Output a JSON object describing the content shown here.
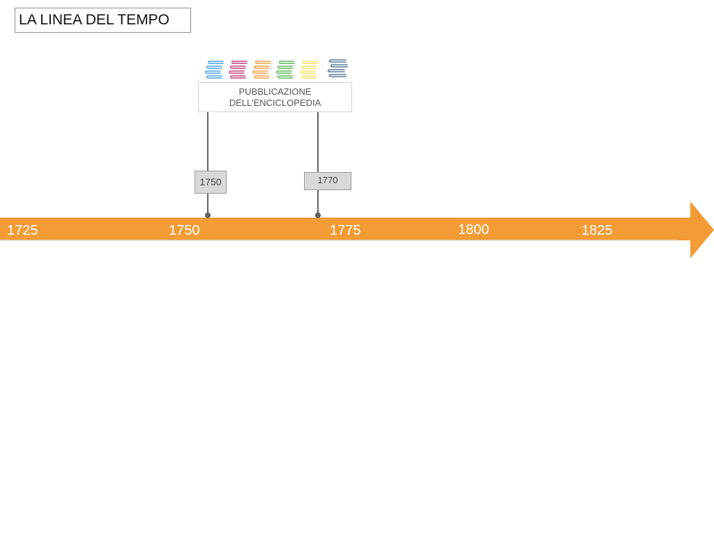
{
  "title": "LA LINEA DEL TEMPO",
  "event": {
    "line1": "PUBBLICAZIONE",
    "line2": "DELL’ENCICLOPEDIA",
    "start_year": "1750",
    "end_year": "1770"
  },
  "timeline": {
    "ticks": [
      "1725",
      "1750",
      "1775",
      "1800",
      "1825"
    ]
  },
  "colors": {
    "timeline": "#F39C35",
    "books": [
      "#4aa3df",
      "#c2407f",
      "#f0a040",
      "#5cb85c",
      "#f0e060",
      "#5b7b99"
    ]
  },
  "icons": [
    "books-icon"
  ]
}
